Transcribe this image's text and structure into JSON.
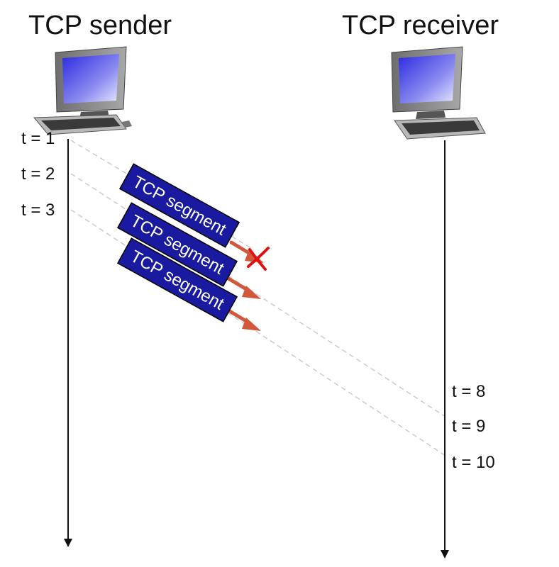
{
  "sender": {
    "title": "TCP sender",
    "times": [
      "t = 1",
      "t = 2",
      "t = 3"
    ]
  },
  "receiver": {
    "title": "TCP receiver",
    "times": [
      "t = 8",
      "t = 9",
      "t = 10"
    ]
  },
  "segments": [
    {
      "label": "TCP segment",
      "lost": true
    },
    {
      "label": "TCP segment",
      "lost": false
    },
    {
      "label": "TCP segment",
      "lost": false
    }
  ],
  "colors": {
    "segment_fill": "#1a1aa0",
    "arrow": "#d2583c",
    "loss_mark": "#e01010",
    "path": "#cccccc",
    "timeline": "#111111"
  },
  "icons": [
    "computer-icon",
    "computer-icon",
    "loss-x-icon"
  ]
}
